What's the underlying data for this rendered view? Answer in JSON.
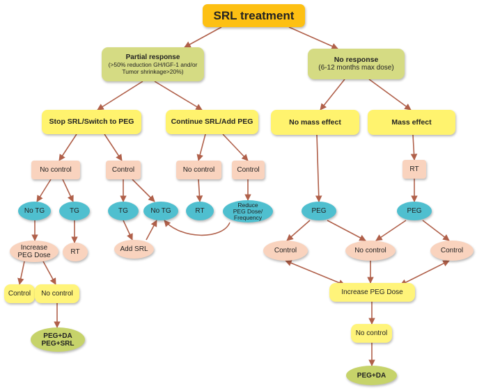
{
  "title": "SRL treatment",
  "partial_response": {
    "label": "Partial response",
    "detail": "(>50% reduction GH/IGF-1 and/or\nTumor shrinkage>20%)"
  },
  "no_response": {
    "label": "No response",
    "detail": "(6-12 months max dose)"
  },
  "stop_srl": "Stop SRL/Switch to PEG",
  "continue_srl": "Continue SRL/Add PEG",
  "no_mass_effect": "No mass effect",
  "mass_effect": "Mass effect",
  "left": {
    "no_control": "No control",
    "control": "Control",
    "no_tg_a": "No TG",
    "tg_a": "TG",
    "tg_b": "TG",
    "no_tg_b": "No TG",
    "increase_peg": "Increase\nPEG Dose",
    "rt": "RT",
    "add_srl": "Add SRL",
    "control_final": "Control",
    "no_control_final": "No control",
    "outcome": "PEG+DA\nPEG+SRL"
  },
  "middle": {
    "no_control": "No control",
    "control": "Control",
    "rt": "RT",
    "reduce": "Reduce\nPEG Dose/\nFrequency"
  },
  "right": {
    "rt": "RT",
    "peg_a": "PEG",
    "peg_b": "PEG",
    "control_left": "Control",
    "no_control": "No control",
    "control_right": "Control",
    "increase_peg": "Increase PEG Dose",
    "no_control_final": "No control",
    "outcome": "PEG+DA"
  }
}
